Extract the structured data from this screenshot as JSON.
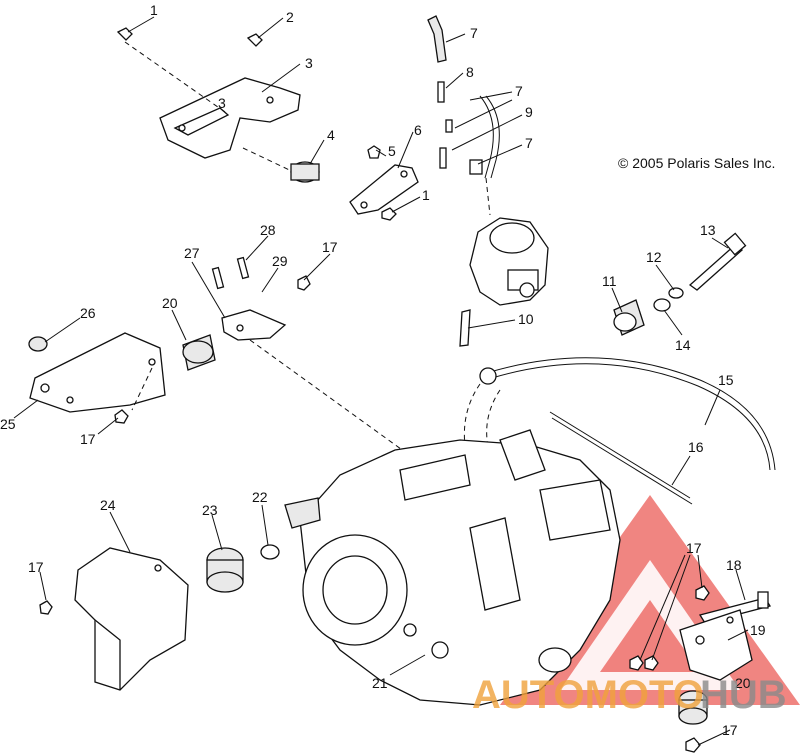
{
  "copyright": "© 2005 Polaris Sales Inc.",
  "watermark": {
    "part1": "AUTOMOTO",
    "part2": "HUB",
    "color_primary": "#f0a23c",
    "color_secondary": "#e0322b",
    "color_logo": "#e8403a"
  },
  "callouts": [
    "1",
    "2",
    "3",
    "3",
    "4",
    "5",
    "6",
    "1",
    "7",
    "8",
    "7",
    "9",
    "7",
    "10",
    "11",
    "12",
    "13",
    "14",
    "15",
    "16",
    "17",
    "17",
    "17",
    "17",
    "17",
    "18",
    "19",
    "20",
    "20",
    "21",
    "22",
    "23",
    "24",
    "25",
    "26",
    "27",
    "28",
    "29"
  ]
}
